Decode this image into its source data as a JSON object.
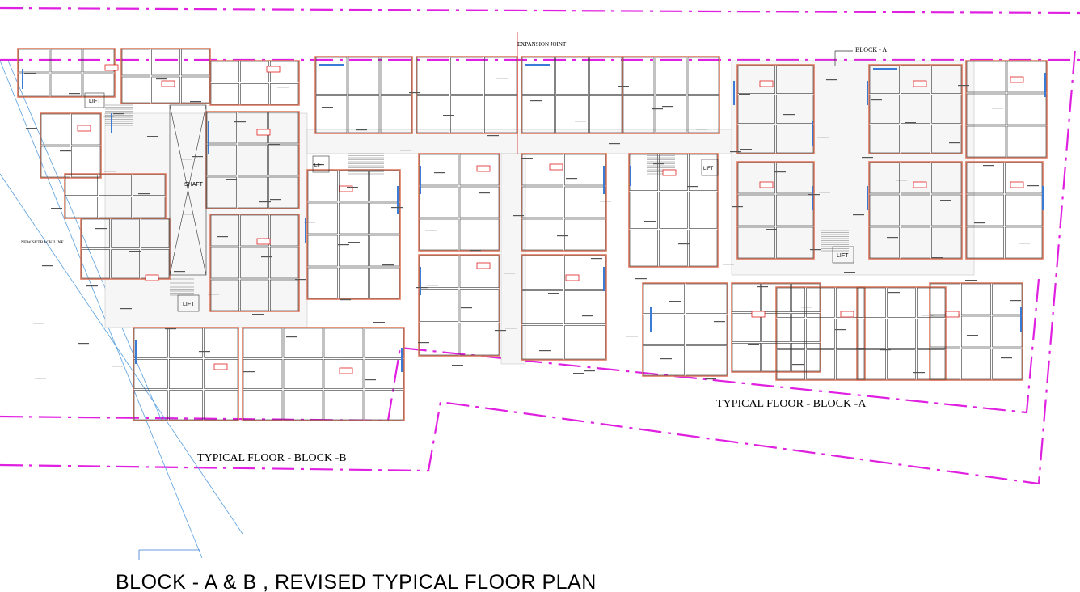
{
  "drawing": {
    "title": "BLOCK  - A & B  , REVISED TYPICAL FLOOR PLAN",
    "labels": {
      "expansion_joint": "EXPANSION JOINT",
      "block_a_marker": "BLOCK - A",
      "typical_floor_a": "TYPICAL FLOOR - BLOCK -A",
      "typical_floor_b": "TYPICAL FLOOR - BLOCK -B",
      "setback_line": "NEW SETBACK LINE",
      "shaft": "SHAFT",
      "lift": "LIFT"
    },
    "colors": {
      "boundary": "#e020e0",
      "walls": "#e07a5f",
      "window_lines": "#3a7bd5",
      "tags": "#e02020",
      "setback": "#5aa0e0"
    }
  }
}
